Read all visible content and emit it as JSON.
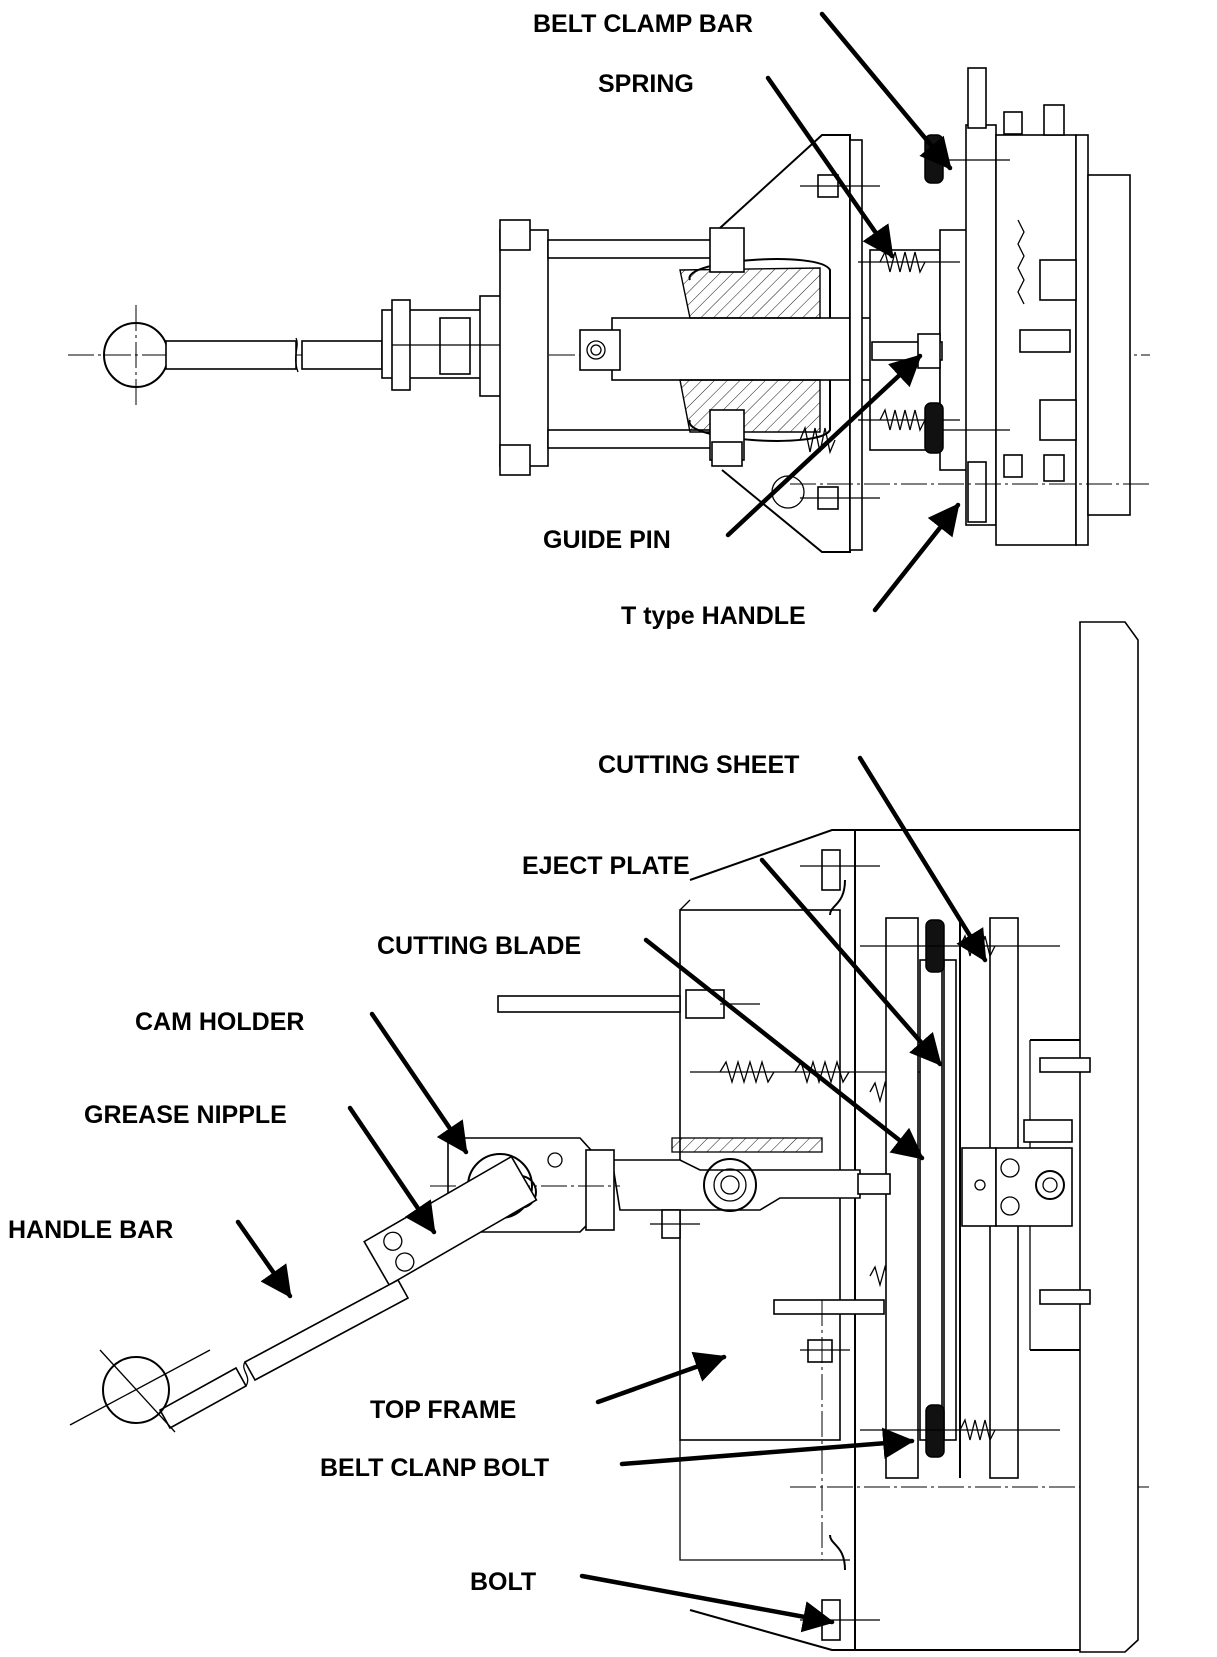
{
  "labels": {
    "belt_clamp_bar": "BELT CLAMP BAR",
    "spring": "SPRING",
    "guide_pin": "GUIDE PIN",
    "t_type_handle": "T type HANDLE",
    "cutting_sheet": "CUTTING SHEET",
    "eject_plate": "EJECT PLATE",
    "cutting_blade": "CUTTING BLADE",
    "cam_holder": "CAM HOLDER",
    "grease_nipple": "GREASE NIPPLE",
    "handle_bar": "HANDLE BAR",
    "top_frame": "TOP FRAME",
    "belt_clanp_bolt": "BELT CLANP BOLT",
    "bolt": "BOLT"
  },
  "colors": {
    "line": "#000000",
    "background": "#ffffff"
  }
}
